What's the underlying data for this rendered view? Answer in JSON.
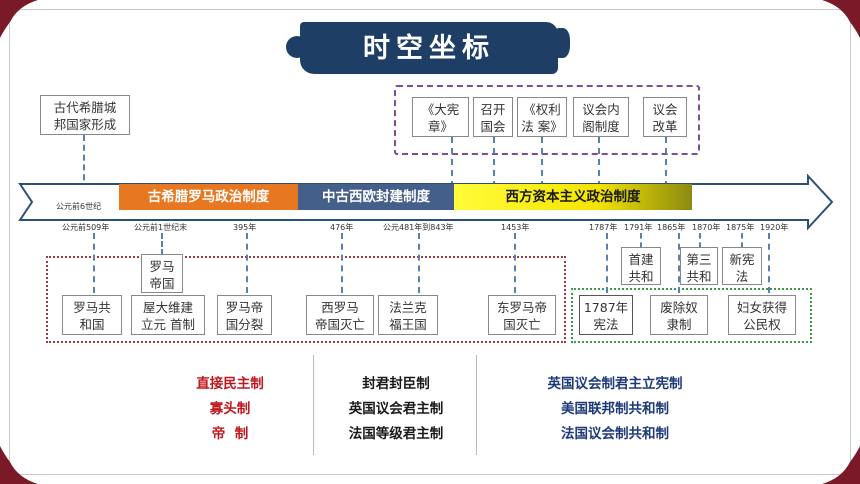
{
  "title": "时空坐标",
  "colors": {
    "title_bg": "#1f3e66",
    "era_greek_roman": "#e87722",
    "era_medieval": "#445f8a",
    "era_capitalist": "#f5e400",
    "corner_accent": "#7a1a28",
    "dash_red": "#a23a3a",
    "dash_purple": "#7a4f9a",
    "dash_green": "#3a9a4a"
  },
  "eras": [
    {
      "label": "古希腊罗马政治制度"
    },
    {
      "label": "中古西欧封建制度"
    },
    {
      "label": "西方资本主义政治制度"
    }
  ],
  "top_events": [
    {
      "text": [
        "古代希腊城",
        "邦国家形成"
      ],
      "date": "公元前6世纪"
    },
    {
      "text": [
        "《大宪",
        "章》"
      ]
    },
    {
      "text": [
        "召开",
        "国会"
      ]
    },
    {
      "text": [
        "《权利",
        "法 案》"
      ]
    },
    {
      "text": [
        "议会内",
        "阁制度"
      ]
    },
    {
      "text": [
        "议会",
        "改革"
      ]
    }
  ],
  "dates": [
    "公元前509年",
    "公元前1世纪末",
    "395年",
    "476年",
    "公元481年到843年",
    "1453年",
    "1787年",
    "1791年",
    "1865年",
    "1870年",
    "1875年",
    "1920年"
  ],
  "bottom_events": [
    {
      "text": [
        "罗马共",
        "和国"
      ]
    },
    {
      "text": [
        "罗马",
        "帝国"
      ]
    },
    {
      "text": [
        "屋大维建",
        "立元 首制"
      ]
    },
    {
      "text": [
        "罗马帝",
        "国分裂"
      ]
    },
    {
      "text": [
        "西罗马",
        "帝国灭亡"
      ]
    },
    {
      "text": [
        "法兰克",
        "福王国"
      ]
    },
    {
      "text": [
        "东罗马帝",
        "国灭亡"
      ]
    },
    {
      "text": [
        "首建",
        "共和"
      ]
    },
    {
      "text": [
        "1787年",
        "宪法"
      ]
    },
    {
      "text": [
        "废除奴",
        "隶制"
      ]
    },
    {
      "text": [
        "第三",
        "共和"
      ]
    },
    {
      "text": [
        "新宪",
        "法"
      ]
    },
    {
      "text": [
        "妇女获得",
        "公民权"
      ]
    }
  ],
  "summary": {
    "left": [
      "直接民主制",
      "寡头制",
      "帝  制"
    ],
    "middle": [
      "封君封臣制",
      "英国议会君主制",
      "法国等级君主制"
    ],
    "right": [
      "英国议会制君主立宪制",
      "美国联邦制共和制",
      "法国议会制共和制"
    ]
  }
}
